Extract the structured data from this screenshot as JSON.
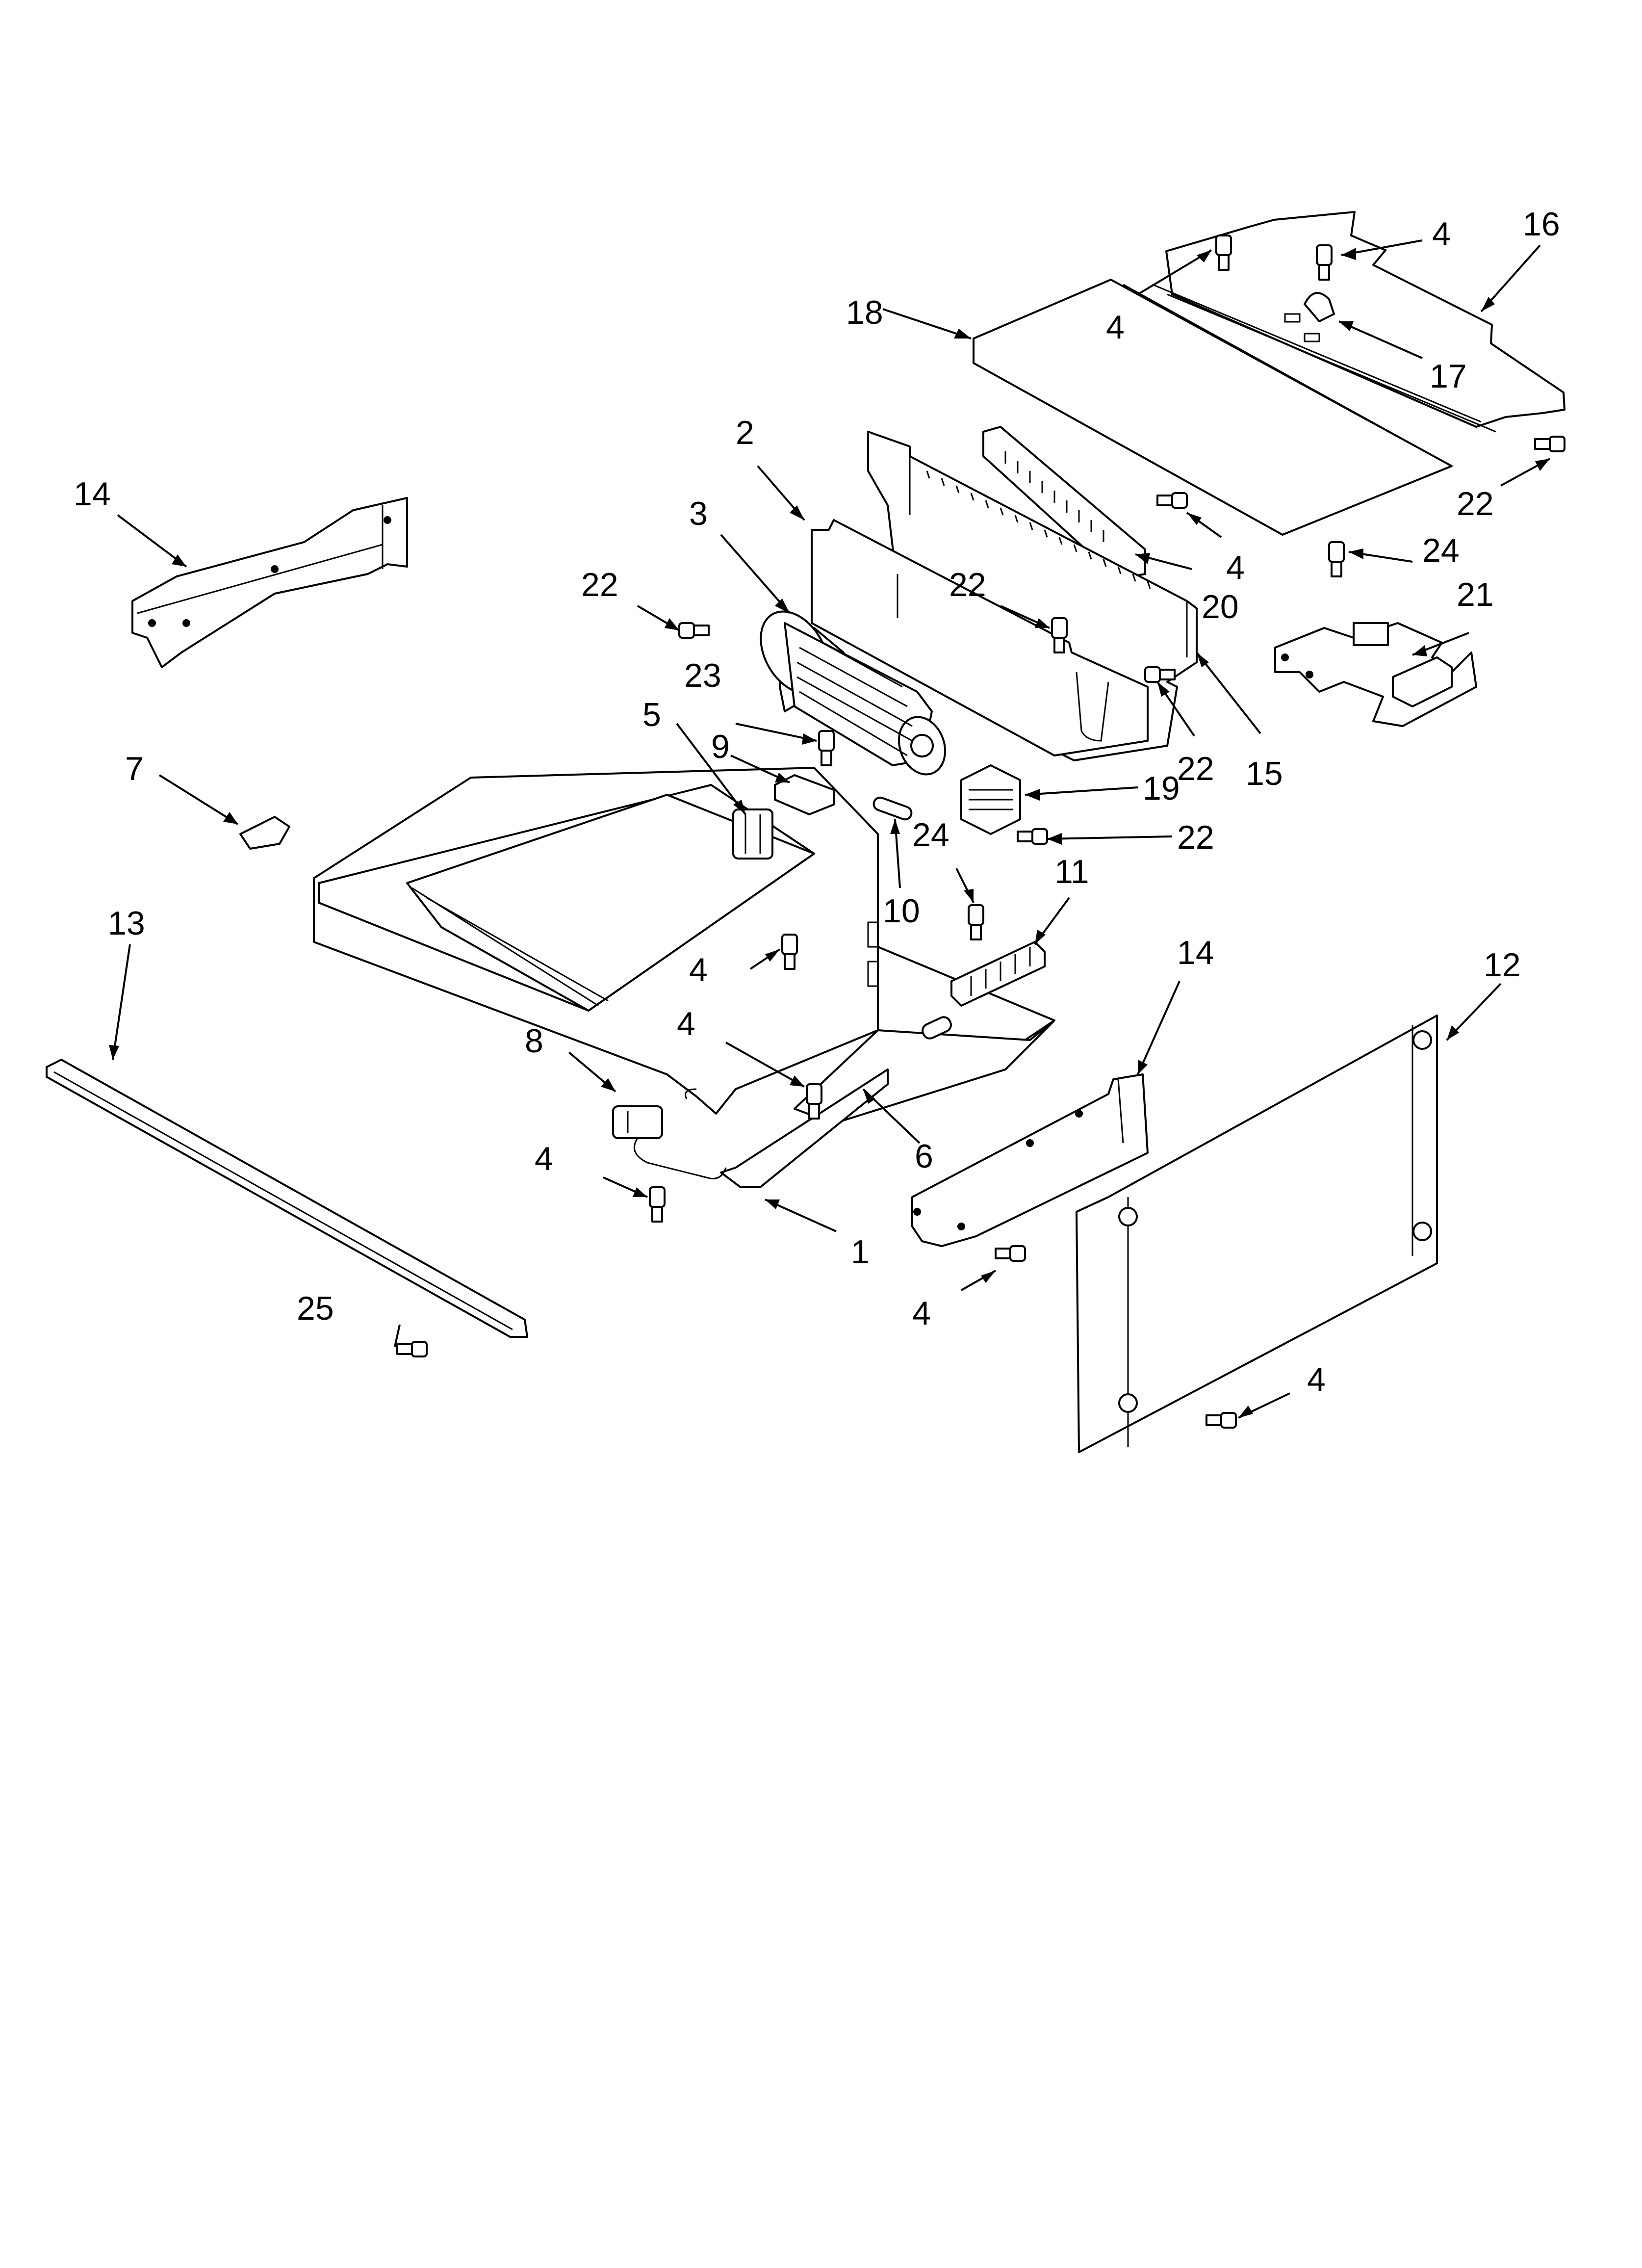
{
  "callouts": [
    {
      "id": "c16",
      "text": "16"
    },
    {
      "id": "c4a",
      "text": "4"
    },
    {
      "id": "c4b",
      "text": "4"
    },
    {
      "id": "c18",
      "text": "18"
    },
    {
      "id": "c17",
      "text": "17"
    },
    {
      "id": "c22a",
      "text": "22"
    },
    {
      "id": "c2",
      "text": "2"
    },
    {
      "id": "c14a",
      "text": "14"
    },
    {
      "id": "c3",
      "text": "3"
    },
    {
      "id": "c4c",
      "text": "4"
    },
    {
      "id": "c24a",
      "text": "24"
    },
    {
      "id": "c20",
      "text": "20"
    },
    {
      "id": "c21",
      "text": "21"
    },
    {
      "id": "c22b",
      "text": "22"
    },
    {
      "id": "c22c",
      "text": "22"
    },
    {
      "id": "c23",
      "text": "23"
    },
    {
      "id": "c22d",
      "text": "22"
    },
    {
      "id": "c15",
      "text": "15"
    },
    {
      "id": "c5",
      "text": "5"
    },
    {
      "id": "c9",
      "text": "9"
    },
    {
      "id": "c7",
      "text": "7"
    },
    {
      "id": "c19",
      "text": "19"
    },
    {
      "id": "c24b",
      "text": "24"
    },
    {
      "id": "c22e",
      "text": "22"
    },
    {
      "id": "c11",
      "text": "11"
    },
    {
      "id": "c10",
      "text": "10"
    },
    {
      "id": "c13",
      "text": "13"
    },
    {
      "id": "c4d",
      "text": "4"
    },
    {
      "id": "c14b",
      "text": "14"
    },
    {
      "id": "c12",
      "text": "12"
    },
    {
      "id": "c4e",
      "text": "4"
    },
    {
      "id": "c8",
      "text": "8"
    },
    {
      "id": "c6",
      "text": "6"
    },
    {
      "id": "c4f",
      "text": "4"
    },
    {
      "id": "c1",
      "text": "1"
    },
    {
      "id": "c25",
      "text": "25"
    },
    {
      "id": "c4g",
      "text": "4"
    },
    {
      "id": "c4h",
      "text": "4"
    }
  ]
}
